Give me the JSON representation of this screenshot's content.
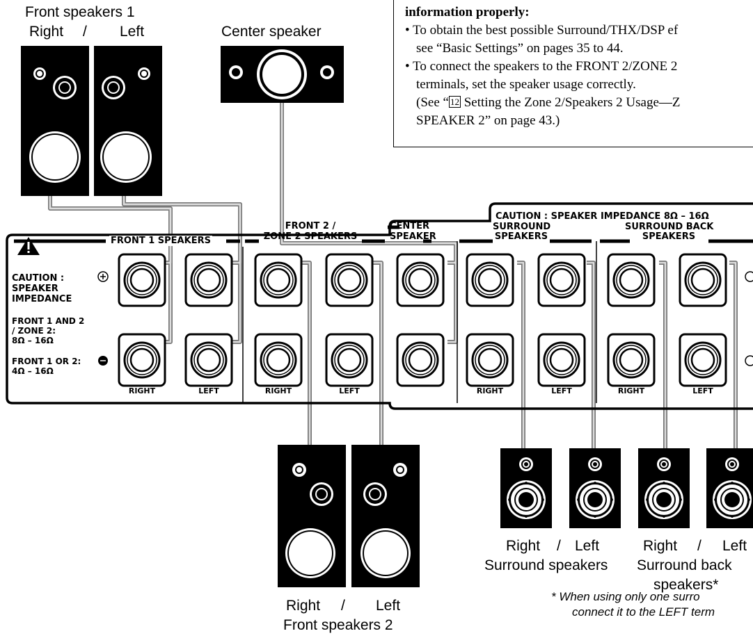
{
  "speakers": {
    "front1": {
      "title": "Front speakers 1",
      "right": "Right",
      "slash": "/",
      "left": "Left"
    },
    "center": {
      "title": "Center speaker"
    },
    "front2": {
      "right": "Right",
      "slash": "/",
      "left": "Left",
      "title": "Front speakers 2"
    },
    "surround": {
      "right": "Right",
      "slash": "/",
      "left": "Left",
      "title": "Surround speakers"
    },
    "surround_back": {
      "right": "Right",
      "slash": "/",
      "left": "Left",
      "title_line1": "Surround back",
      "title_line2": "speakers*"
    }
  },
  "note": {
    "heading": "information properly:",
    "bullet1_line1": "• To obtain the best possible Surround/THX/DSP ef",
    "bullet1_line2": "see “Basic Settings” on pages 35 to 44.",
    "bullet2_line1": "• To connect the speakers to the FRONT 2/ZONE 2",
    "bullet2_line2": "terminals, set the speaker usage correctly.",
    "bullet2_line3_pre": "(See “",
    "bullet2_ref": "12",
    "bullet2_line3_post": " Setting the Zone 2/Speakers 2 Usage—Z",
    "bullet2_line4": "SPEAKER 2” on page 43.)"
  },
  "panel": {
    "caution_l1": "CAUTION :",
    "caution_l2": "SPEAKER",
    "caution_l3": "IMPEDANCE",
    "front12_l1": "FRONT 1 AND 2",
    "front12_l2": "/ ZONE 2:",
    "front12_l3": "8Ω – 16Ω",
    "front1or2_l1": "FRONT 1 OR 2:",
    "front1or2_l2": "4Ω – 16Ω",
    "plus": "+",
    "minus": "−",
    "front1_label": "FRONT 1 SPEAKERS",
    "front2_l1": "FRONT 2 /",
    "front2_l2": "ZONE 2 SPEAKERS",
    "center_l1": "CENTER",
    "center_l2": "SPEAKER",
    "caution_right": "CAUTION : SPEAKER  IMPEDANCE 8Ω  – 16Ω",
    "surround_l1": "SURROUND",
    "surround_l2": "SPEAKERS",
    "sback_l1": "SURROUND BACK",
    "sback_l2": "SPEAKERS",
    "right": "RIGHT",
    "left": "LEFT"
  },
  "footnote": {
    "line1": "* When using only one surro",
    "line2": "connect it to the LEFT term"
  }
}
